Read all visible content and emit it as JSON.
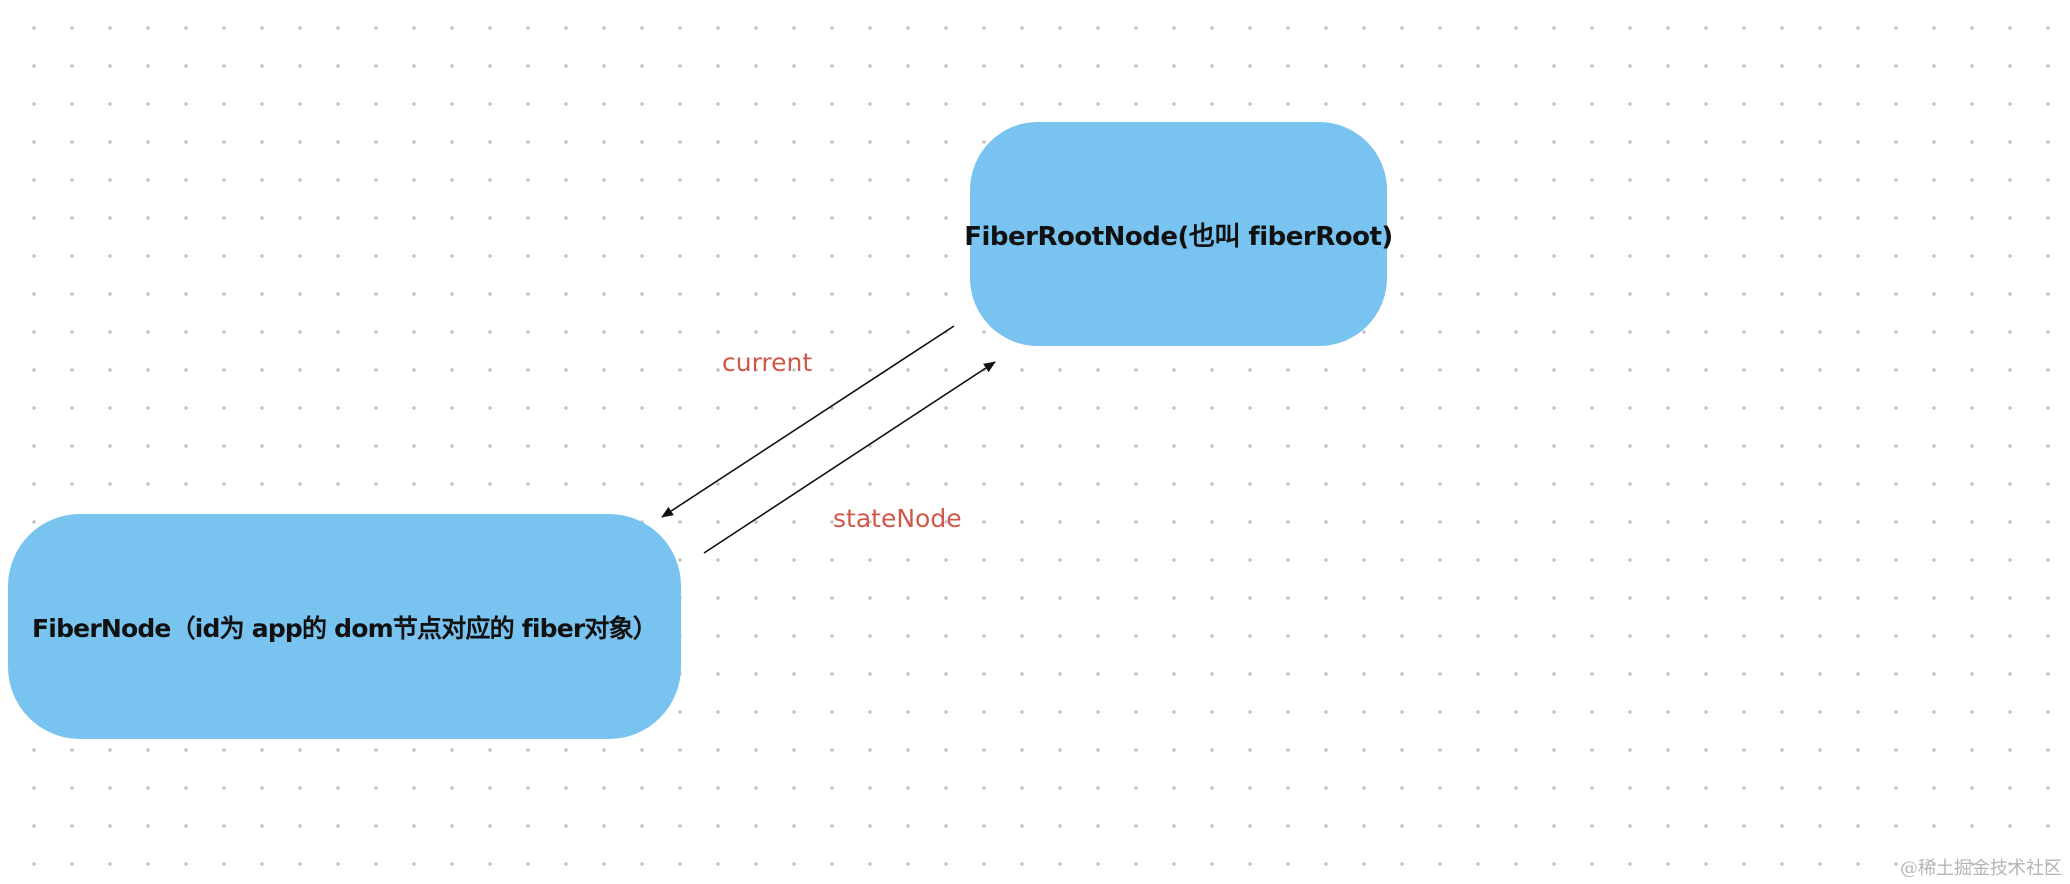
{
  "nodes": {
    "root": {
      "label": "FiberRootNode(也叫 fiberRoot)"
    },
    "fiber": {
      "label": "FiberNode（id为 app的 dom节点对应的 fiber对象）"
    }
  },
  "edges": {
    "current": {
      "label": "current",
      "from": "root",
      "to": "fiber"
    },
    "stateNode": {
      "label": "stateNode",
      "from": "fiber",
      "to": "root"
    }
  },
  "colors": {
    "node_fill": "#78c3f0",
    "edge_label": "#d0584a",
    "arrow": "#111111",
    "grid_dot": "#c4c4c4"
  },
  "watermark": "@稀土掘金技术社区"
}
